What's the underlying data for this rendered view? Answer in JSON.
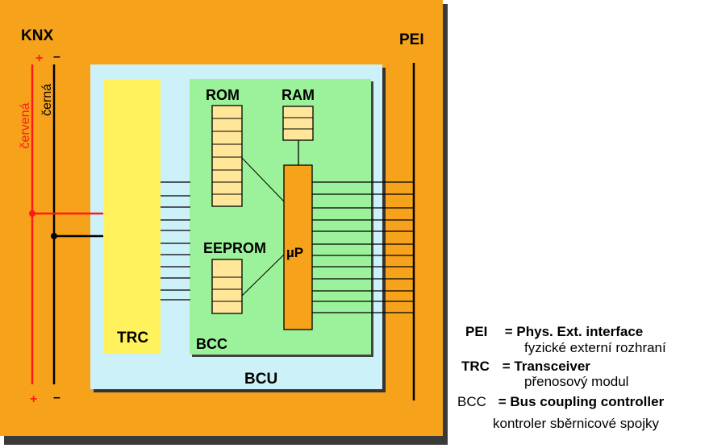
{
  "labels": {
    "knx": "KNX",
    "pei": "PEI",
    "cervena": "červená",
    "cerna": "černá",
    "plus": "+",
    "minus": "–",
    "trc": "TRC",
    "rom": "ROM",
    "ram": "RAM",
    "eeprom": "EEPROM",
    "mp": "µP",
    "bcc": "BCC",
    "bcu": "BCU"
  },
  "legend": [
    {
      "abbr": "PEI",
      "sep": "=",
      "en": "Phys. Ext. interface",
      "cz": "fyzické externí rozhraní"
    },
    {
      "abbr": "TRC",
      "sep": "=",
      "en": "Transceiver",
      "cz": "přenosový modul"
    },
    {
      "abbr": "BCC",
      "sep": "=",
      "en": "Bus coupling controller",
      "cz": "kontroler sběrnicové spojky"
    }
  ],
  "colors": {
    "outer": "#F7A21B",
    "bcu": "#CCF1F8",
    "bcc": "#9BF29A",
    "trc": "#FFF25C",
    "memory": "#FFE699",
    "mp": "#F7A21B",
    "red": "#FF1A1A"
  }
}
